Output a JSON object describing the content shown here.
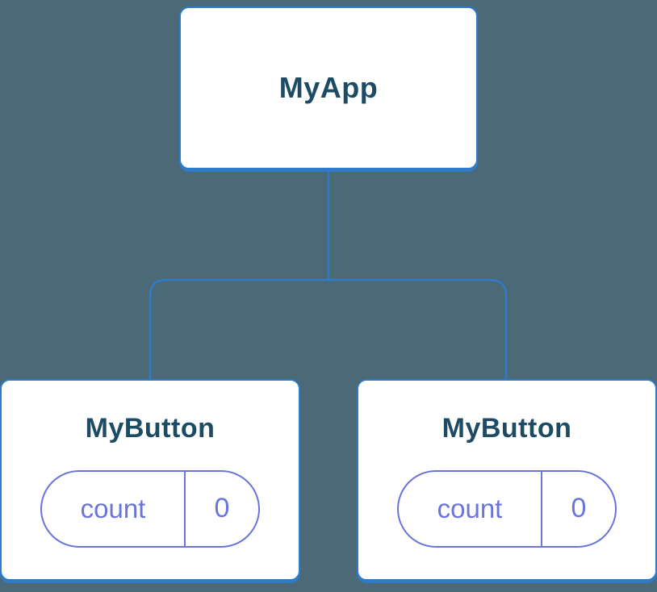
{
  "colors": {
    "bg": "#4C6977",
    "line": "#2E7CC9",
    "node-fill": "#FFFFFF",
    "node-text": "#1C4B63",
    "pill": "#6B75D9"
  },
  "tree": {
    "root": {
      "label": "MyApp"
    },
    "children": [
      {
        "label": "MyButton",
        "state": {
          "key": "count",
          "value": "0"
        }
      },
      {
        "label": "MyButton",
        "state": {
          "key": "count",
          "value": "0"
        }
      }
    ]
  }
}
